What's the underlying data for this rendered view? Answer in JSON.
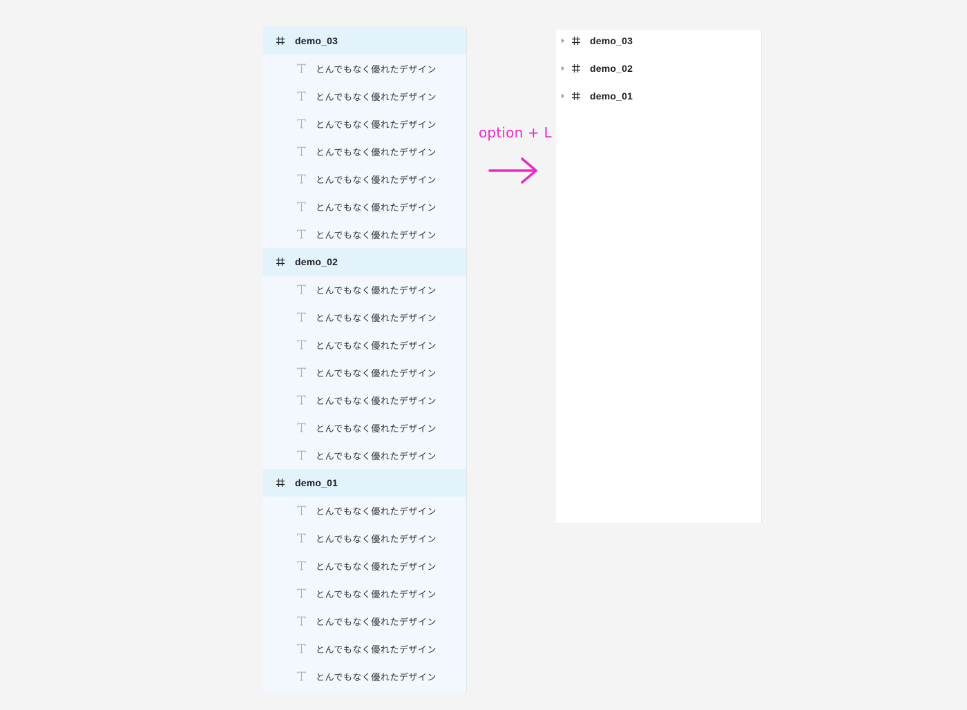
{
  "expanded_panel": {
    "frames": [
      {
        "name": "demo_03",
        "children": [
          "とんでもなく優れたデザイン",
          "とんでもなく優れたデザイン",
          "とんでもなく優れたデザイン",
          "とんでもなく優れたデザイン",
          "とんでもなく優れたデザイン",
          "とんでもなく優れたデザイン",
          "とんでもなく優れたデザイン"
        ]
      },
      {
        "name": "demo_02",
        "children": [
          "とんでもなく優れたデザイン",
          "とんでもなく優れたデザイン",
          "とんでもなく優れたデザイン",
          "とんでもなく優れたデザイン",
          "とんでもなく優れたデザイン",
          "とんでもなく優れたデザイン",
          "とんでもなく優れたデザイン"
        ]
      },
      {
        "name": "demo_01",
        "children": [
          "とんでもなく優れたデザイン",
          "とんでもなく優れたデザイン",
          "とんでもなく優れたデザイン",
          "とんでもなく優れたデザイン",
          "とんでもなく優れたデザイン",
          "とんでもなく優れたデザイン",
          "とんでもなく優れたデザイン"
        ]
      }
    ]
  },
  "annotation": {
    "shortcut": "option + L",
    "color": "#ee28c8",
    "icon": "arrow-right-icon"
  },
  "collapsed_panel": {
    "frames": [
      {
        "name": "demo_03"
      },
      {
        "name": "demo_02"
      },
      {
        "name": "demo_01"
      }
    ]
  },
  "icons": {
    "frame": "frame-hash-icon",
    "text": "text-layer-icon",
    "caret": "caret-right-icon"
  }
}
